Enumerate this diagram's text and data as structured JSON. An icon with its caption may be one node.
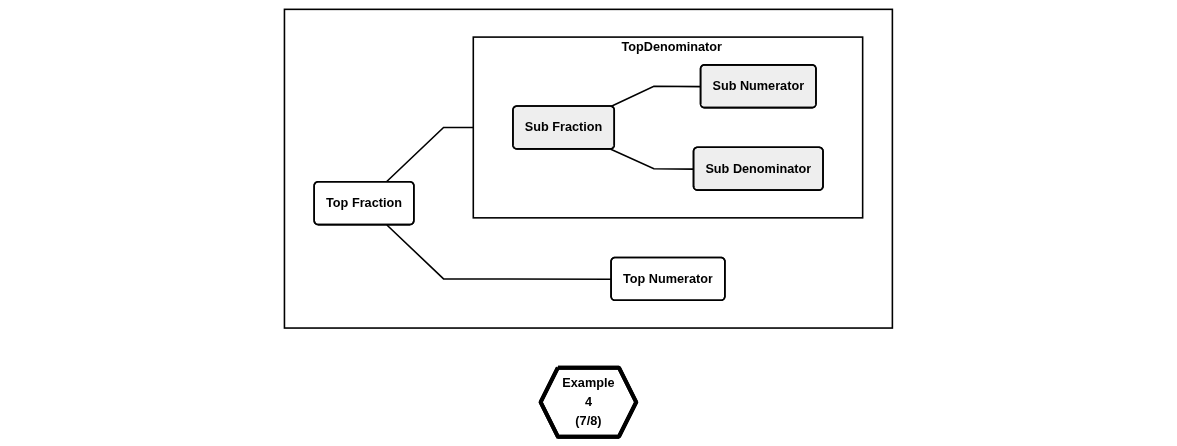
{
  "diagram": {
    "nodes": [
      {
        "text": [],
        "shape": "box"
      },
      {
        "text": [
          "Top Fraction"
        ],
        "in": 0
      },
      {
        "text": [
          "Top Numerator"
        ],
        "in": 0
      },
      {
        "text": [
          "TopDenominator"
        ],
        "in": 0
      },
      {
        "text": [
          "Sub Fraction"
        ],
        "in": 3
      },
      {
        "text": [
          "Sub Numerator"
        ],
        "in": 3
      },
      {
        "text": [
          "Sub Denominator"
        ],
        "in": 3
      },
      {
        "text": [
          "Example",
          "4",
          "(7/8)"
        ]
      }
    ],
    "edges": [
      {
        "from": 1,
        "to": 2,
        "arrow": "none"
      },
      {
        "from": 1,
        "to": 3,
        "arrow": "none"
      },
      {
        "from": 4,
        "to": 5,
        "arrow": "none"
      },
      {
        "from": 4,
        "to": 6,
        "arrow": "none"
      }
    ]
  }
}
